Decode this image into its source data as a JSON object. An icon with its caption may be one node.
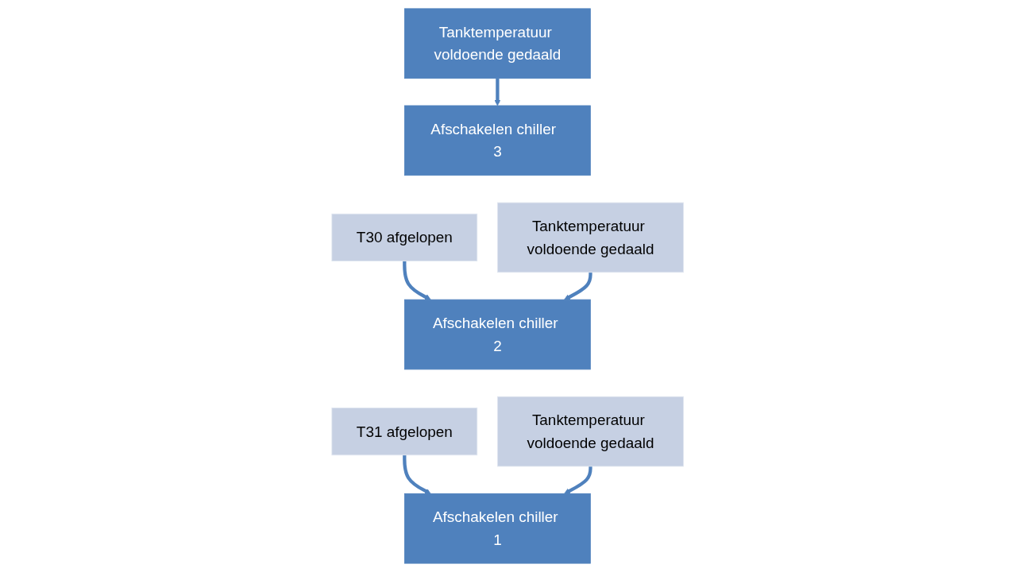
{
  "diagram": {
    "nodes": [
      {
        "text": [
          "Tanktemperatuur voldoende gedaald"
        ]
      },
      {
        "text": [
          "Afschakelen chiller  3"
        ]
      },
      {
        "text": [
          "T30 afgelopen"
        ]
      },
      {
        "text": [
          "Tanktemperatuur voldoende gedaald"
        ]
      },
      {
        "text": [
          "Afschakelen chiller 2"
        ]
      },
      {
        "text": [
          "T31 afgelopen"
        ]
      },
      {
        "text": [
          "Tanktemperatuur voldoende gedaald"
        ]
      },
      {
        "text": [
          "Afschakelen chiller 1"
        ]
      }
    ],
    "edges": [
      {
        "from": 0,
        "to": 1,
        "arrow": "to"
      },
      {
        "from": 2,
        "to": 4,
        "arrow": "to"
      },
      {
        "from": 3,
        "to": 4,
        "arrow": "to"
      },
      {
        "from": 5,
        "to": 7,
        "arrow": "to"
      },
      {
        "from": 6,
        "to": 7,
        "arrow": "to"
      }
    ]
  }
}
